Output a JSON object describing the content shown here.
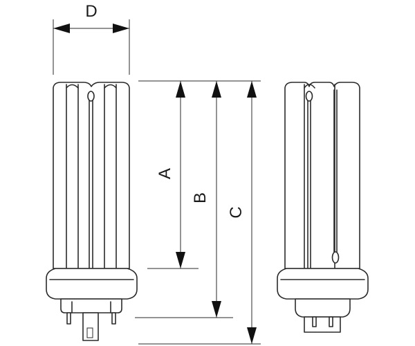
{
  "diagram": {
    "dimension_labels": {
      "d": "D",
      "a": "A",
      "b": "B",
      "c": "C"
    },
    "line_color": "#2a2a2a",
    "background_color": "#ffffff"
  }
}
